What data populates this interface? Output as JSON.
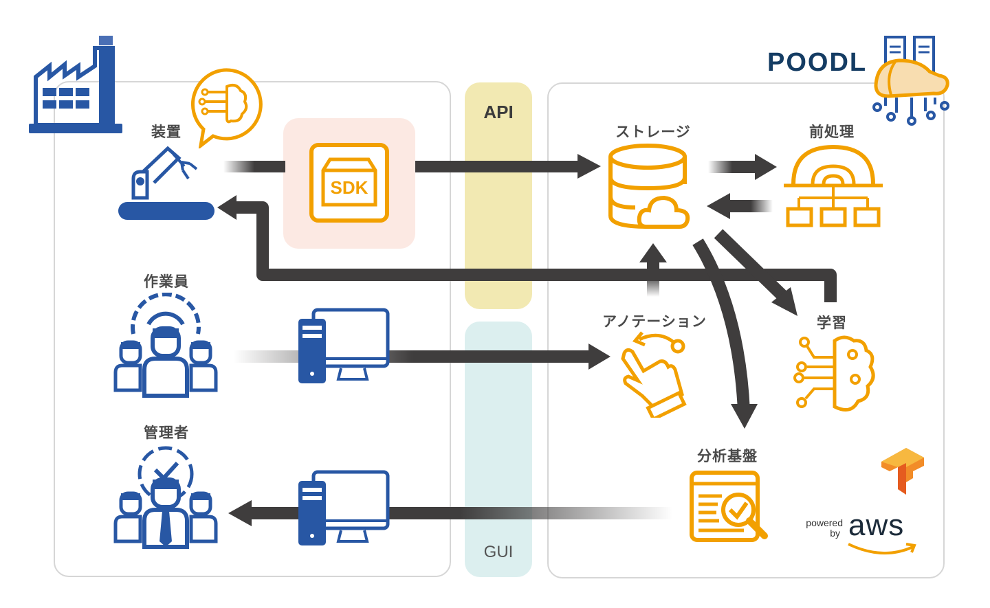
{
  "title": "POODL",
  "colors": {
    "accent_orange": "#f2a000",
    "icon_blue": "#2857a4",
    "arrow_dark": "#3f3d3d",
    "api_band": "#f2e9b2",
    "gui_band": "#dcefef",
    "sdk_bg": "#fce9e3",
    "logo_navy": "#143c63"
  },
  "bands": {
    "api_label": "API",
    "gui_label": "GUI"
  },
  "left_panel": {
    "nodes": [
      {
        "id": "device",
        "label": "装置",
        "icon": "robot-arm-icon"
      },
      {
        "id": "worker",
        "label": "作業員",
        "icon": "workers-gear-icon"
      },
      {
        "id": "manager",
        "label": "管理者",
        "icon": "managers-check-icon"
      }
    ],
    "factory_icon": "factory-icon",
    "ai_bubble_icon": "ai-brain-bubble-icon",
    "sdk_label": "SDK",
    "pc_icon": "desktop-computer-icon"
  },
  "right_panel": {
    "nodes": [
      {
        "id": "storage",
        "label": "ストレージ",
        "icon": "database-cloud-icon"
      },
      {
        "id": "preprocess",
        "label": "前処理",
        "icon": "gear-hierarchy-icon"
      },
      {
        "id": "annotation",
        "label": "アノテーション",
        "icon": "hand-swipe-icon"
      },
      {
        "id": "training",
        "label": "学習",
        "icon": "ai-brain-icon"
      },
      {
        "id": "analytics",
        "label": "分析基盤",
        "icon": "report-magnifier-icon"
      }
    ],
    "logo_text": "POODL",
    "powered_by": {
      "line1": "powered",
      "line2": "by",
      "brand": "aws"
    },
    "tensorflow_icon": "tensorflow-logo-icon"
  },
  "flows": [
    {
      "from": "device",
      "to": "storage",
      "via": "SDK / API"
    },
    {
      "from": "storage",
      "to": "preprocess"
    },
    {
      "from": "preprocess",
      "to": "storage"
    },
    {
      "from": "annotation",
      "to": "storage"
    },
    {
      "from": "storage",
      "to": "training"
    },
    {
      "from": "storage",
      "to": "analytics"
    },
    {
      "from": "training",
      "to": "device"
    },
    {
      "from": "worker",
      "to": "annotation",
      "via": "GUI"
    },
    {
      "from": "analytics",
      "to": "manager",
      "via": "GUI"
    }
  ]
}
